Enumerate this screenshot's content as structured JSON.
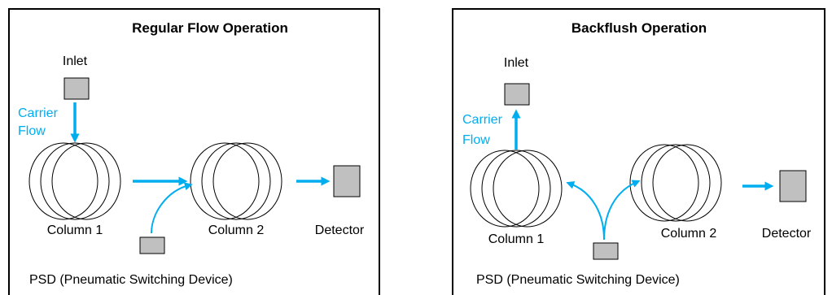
{
  "regular": {
    "title": "Regular Flow Operation",
    "inlet": "Inlet",
    "carrier": "Carrier",
    "flow": "Flow",
    "column1": "Column 1",
    "column2": "Column 2",
    "detector": "Detector",
    "psd": "PSD (Pneumatic Switching Device)"
  },
  "backflush": {
    "title": "Backflush Operation",
    "inlet": "Inlet",
    "carrier": "Carrier",
    "flow": "Flow",
    "column1": "Column 1",
    "column2": "Column 2",
    "detector": "Detector",
    "psd": "PSD (Pneumatic Switching Device)"
  },
  "colors": {
    "flow_arrow": "#00AEEF",
    "box_fill": "#C0C0C0",
    "border": "#000000"
  }
}
